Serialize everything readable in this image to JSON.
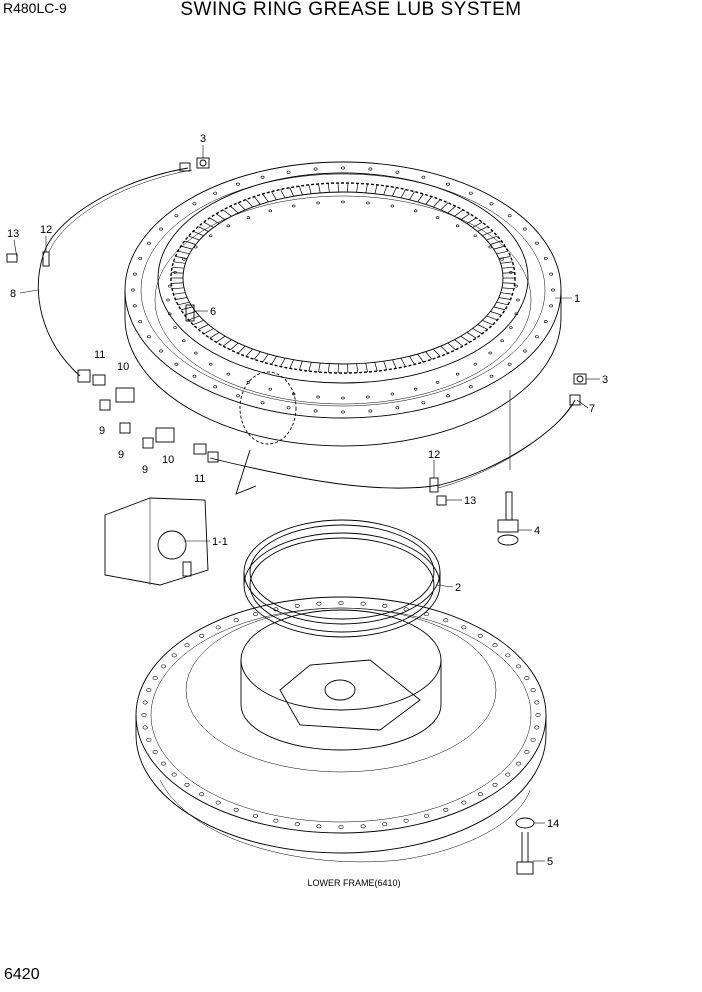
{
  "header": {
    "model": "R480LC-9",
    "title": "SWING RING GREASE LUB SYSTEM"
  },
  "caption": "LOWER FRAME(6410)",
  "page_number": "6420",
  "callouts": [
    "1",
    "1-1",
    "2",
    "3",
    "3",
    "4",
    "5",
    "6",
    "7",
    "8",
    "9",
    "9",
    "9",
    "10",
    "10",
    "11",
    "11",
    "12",
    "12",
    "13",
    "13",
    "14"
  ]
}
